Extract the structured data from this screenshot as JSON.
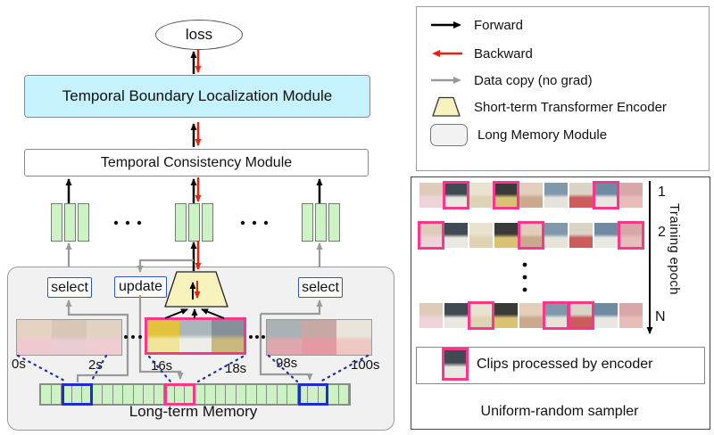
{
  "colors": {
    "cyan_module": "#c5f2fc",
    "green_token": "#cdf2c5",
    "yellow_encoder": "#f8f3bd",
    "gray_panel": "#f1f1f1",
    "pink_highlight": "#f5388e",
    "blue_highlight": "#1b2fd0",
    "navy_dash": "#1f2f9e",
    "red_arrow": "#e8230f",
    "gray_arrow": "#9a9a9a"
  },
  "model": {
    "loss": "loss",
    "boundary_module": "Temporal Boundary Localization Module",
    "consistency_module": "Temporal Consistency Module",
    "select_left": "select",
    "update": "update",
    "select_right": "select",
    "memory_label": "Long-term Memory",
    "timestamps": [
      "0s",
      "2s",
      "16s",
      "18s",
      "98s",
      "100s"
    ],
    "memory_cells": {
      "count": 30,
      "highlights": [
        {
          "color": "blue",
          "start": 2,
          "len": 3
        },
        {
          "color": "pink",
          "start": 12,
          "len": 3
        },
        {
          "color": "blue",
          "start": 25,
          "len": 3
        }
      ]
    }
  },
  "legend": {
    "items": [
      {
        "icon": "forward-arrow",
        "label": "Forward"
      },
      {
        "icon": "backward-arrow",
        "label": "Backward"
      },
      {
        "icon": "datacopy-arrow",
        "label": "Data copy (no grad)"
      },
      {
        "icon": "encoder-trapezoid",
        "label": "Short-term Transformer Encoder"
      },
      {
        "icon": "long-memory-box",
        "label": "Long Memory Module"
      }
    ]
  },
  "sampler": {
    "axis_label": "Training epoch",
    "rows": [
      {
        "label": "1",
        "highlights": [
          1,
          3,
          7
        ]
      },
      {
        "label": "2",
        "highlights": [
          0,
          4,
          8
        ]
      },
      {
        "label": "N",
        "highlights": [
          2,
          5,
          6
        ]
      }
    ],
    "clips_note": "Clips processed by encoder",
    "caption": "Uniform-random sampler"
  },
  "video": {
    "clip_groups": {
      "left": [
        [
          "#e5d3c2",
          "#eec9d0"
        ],
        [
          "#d8c7b8",
          "#e8cdd2"
        ],
        [
          "#e2d2c2",
          "#efccd2"
        ]
      ],
      "middle": [
        [
          "#e3c23e",
          "#f0e59a"
        ],
        [
          "#aab6ba",
          "#eceee8"
        ],
        [
          "#86909a",
          "#c9b97e"
        ]
      ],
      "right": [
        [
          "#aab2b6",
          "#dfa6ae"
        ],
        [
          "#c8a8a4",
          "#e49aa2"
        ],
        [
          "#e9e5dd",
          "#eec6c2"
        ]
      ]
    },
    "thumb_palette": [
      [
        "#decbb9",
        "#efd3d8"
      ],
      [
        "#3f4a52",
        "#e9e9e2"
      ],
      [
        "#e9e2cf",
        "#ded3b4"
      ],
      [
        "#3a3b38",
        "#d9c272"
      ],
      [
        "#e3cdbb",
        "#caa98e"
      ],
      [
        "#7f98ab",
        "#e6e3da"
      ],
      [
        "#d9d4c6",
        "#cc5b5b"
      ],
      [
        "#6f8aa1",
        "#e9e7e1"
      ],
      [
        "#d8a7a7",
        "#e7bdb9"
      ]
    ]
  }
}
